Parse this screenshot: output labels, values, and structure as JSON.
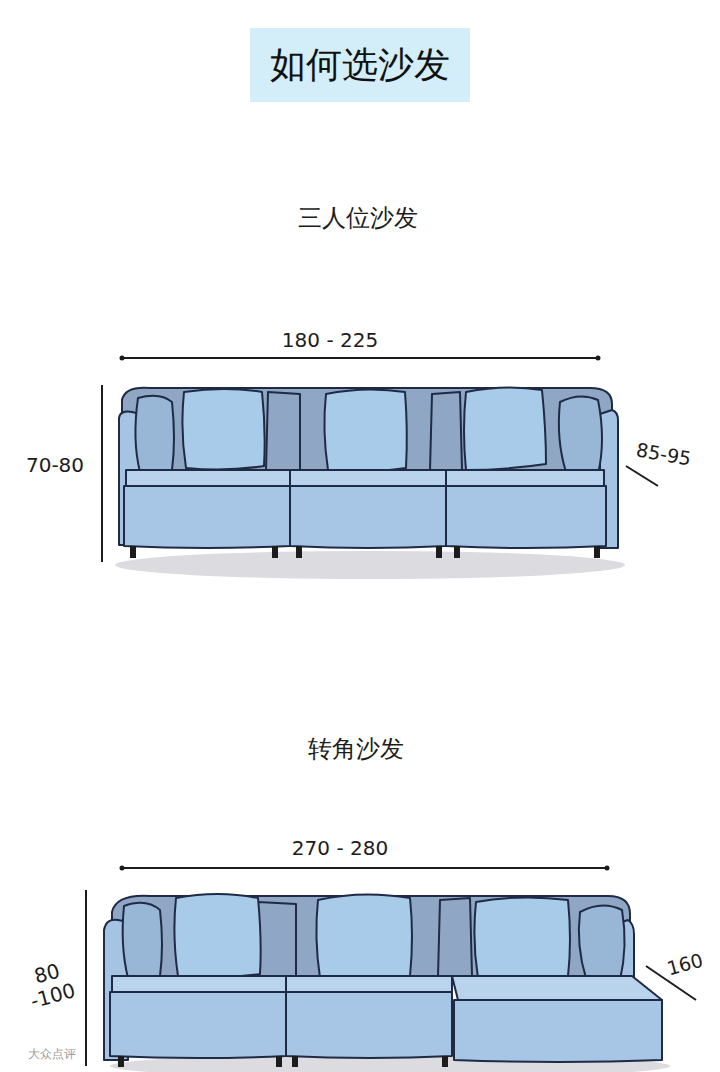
{
  "diagram": {
    "title": "如何选沙发",
    "labels": [
      "三人位沙发",
      "180 - 225",
      "70-80",
      "85-95",
      "转角沙发",
      "270 - 280",
      "80 -100",
      "160",
      "大众点评"
    ]
  }
}
